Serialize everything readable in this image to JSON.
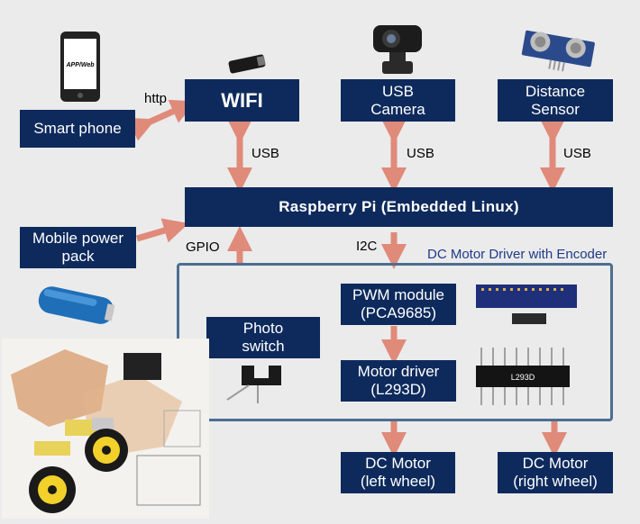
{
  "boxes": {
    "smart_phone": "Smart phone",
    "wifi": "WIFI",
    "usb_camera": "USB\nCamera",
    "distance_sensor": "Distance\nSensor",
    "raspberry_pi": "Raspberry Pi (Embedded Linux)",
    "mobile_power_pack": "Mobile power\npack",
    "photo_switch": "Photo\nswitch",
    "pwm_module": "PWM module\n(PCA9685)",
    "motor_driver": "Motor driver\n(L293D)",
    "dc_motor_left": "DC Motor\n(left wheel)",
    "dc_motor_right": "DC Motor\n(right wheel)"
  },
  "labels": {
    "http": "http",
    "usb_wifi": "USB",
    "usb_camera": "USB",
    "usb_distance": "USB",
    "gpio": "GPIO",
    "i2c": "I2C",
    "driver_group": "DC Motor Driver with Encoder"
  },
  "phone_screen_text": "APP/Web",
  "chip_label": "L293D",
  "colors": {
    "box_fill": "#0e2a5c",
    "arrow": "#e08a7a",
    "frame": "#4b6f91",
    "background": "#ebebeb"
  }
}
